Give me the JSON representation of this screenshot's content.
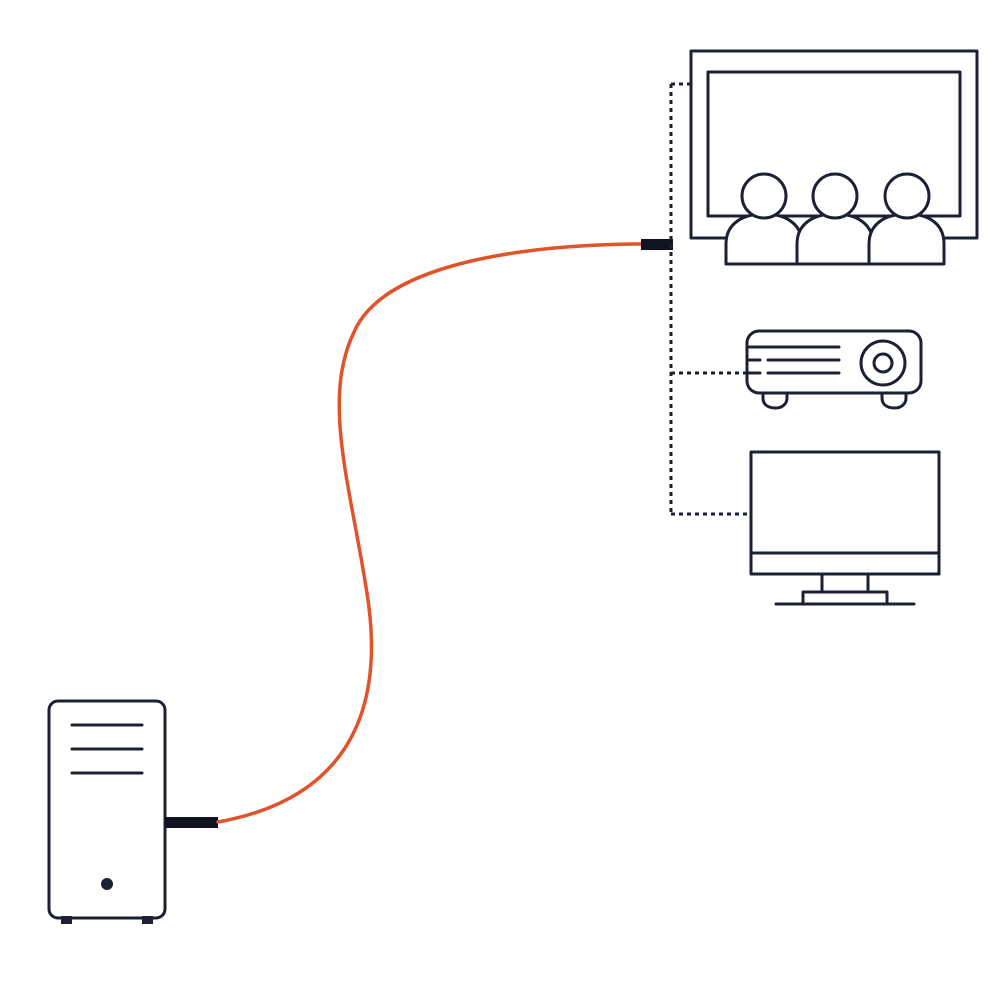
{
  "diagram": {
    "background": "#ffffff",
    "colors": {
      "outline": "#1b2033",
      "cable": "#e0532b",
      "connector": "#10131f",
      "dotted_link": "#1b2033"
    },
    "nodes": [
      {
        "id": "source",
        "icon": "tower-computer-icon"
      },
      {
        "id": "display-1",
        "icon": "cinema-screen-audience-icon"
      },
      {
        "id": "display-2",
        "icon": "projector-icon"
      },
      {
        "id": "display-3",
        "icon": "desktop-monitor-icon"
      }
    ],
    "links": [
      {
        "from": "source",
        "to": "splitter",
        "style": "solid-curved-cable"
      },
      {
        "from": "splitter",
        "to": "display-1",
        "style": "dotted"
      },
      {
        "from": "splitter",
        "to": "display-2",
        "style": "dotted"
      },
      {
        "from": "splitter",
        "to": "display-3",
        "style": "dotted"
      }
    ]
  }
}
